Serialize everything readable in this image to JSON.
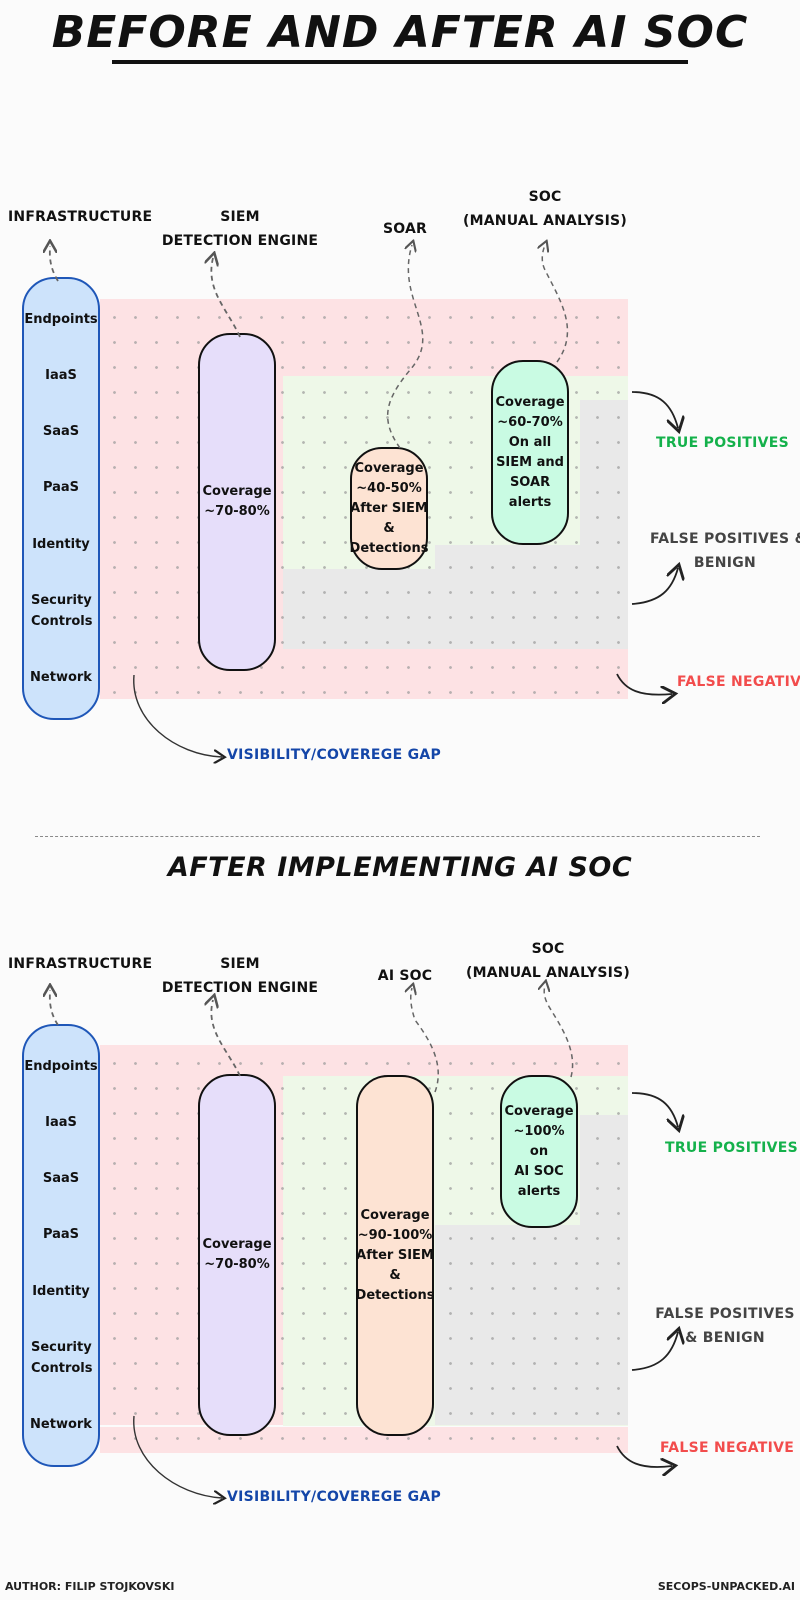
{
  "title": "BEFORE AND AFTER AI SOC",
  "subtitle": "AFTER IMPLEMENTING AI SOC",
  "infrastructure_items": [
    "Endpoints",
    "IaaS",
    "SaaS",
    "PaaS",
    "Identity",
    "Security Controls",
    "Network"
  ],
  "before": {
    "headers": {
      "infrastructure": "INFRASTRUCTURE",
      "siem_line1": "SIEM",
      "siem_line2": "DETECTION ENGINE",
      "middle": "SOAR",
      "soc_line1": "SOC",
      "soc_line2": "(MANUAL ANALYSIS)"
    },
    "siem_coverage": [
      "Coverage",
      "~70-80%"
    ],
    "middle_coverage": [
      "Coverage",
      "~40-50%",
      "After SIEM",
      "&",
      "Detections"
    ],
    "soc_coverage": [
      "Coverage",
      "~60-70%",
      "On all",
      "SIEM and",
      "SOAR",
      "alerts"
    ],
    "legend": {
      "true_positives": "TRUE POSITIVES",
      "false_positives_line1": "FALSE POSITIVES &",
      "false_positives_line2": "BENIGN",
      "false_negative": "FALSE NEGATIVE",
      "visibility_gap": "VISIBILITY/COVEREGE GAP"
    }
  },
  "after": {
    "headers": {
      "infrastructure": "INFRASTRUCTURE",
      "siem_line1": "SIEM",
      "siem_line2": "DETECTION ENGINE",
      "middle": "AI SOC",
      "soc_line1": "SOC",
      "soc_line2": "(MANUAL ANALYSIS)"
    },
    "siem_coverage": [
      "Coverage",
      "~70-80%"
    ],
    "middle_coverage": [
      "Coverage",
      "~90-100%",
      "After SIEM",
      "&",
      "Detections"
    ],
    "soc_coverage": [
      "Coverage",
      "~100% on",
      "AI SOC",
      "alerts"
    ],
    "legend": {
      "true_positives": "TRUE POSITIVES",
      "false_positives_line1": "FALSE POSITIVES",
      "false_positives_line2": "& BENIGN",
      "false_negative": "FALSE NEGATIVE",
      "visibility_gap": "VISIBILITY/COVEREGE GAP"
    }
  },
  "footer": {
    "author": "AUTHOR: FILIP STOJKOVSKI",
    "site": "SECOPS-UNPACKED.AI"
  },
  "colors": {
    "gap_red": "#fde2e4",
    "true_positive_green": "#eef8e8",
    "false_positive_gray": "#e9e9e9",
    "infra_blue": "#cde3fb",
    "siem_lavender": "#e6defa",
    "middle_peach": "#fde3d3",
    "soc_mint": "#c9fbe3",
    "legend_green": "#14b14b",
    "legend_red": "#f24c4c",
    "legend_blue": "#1446a8"
  }
}
